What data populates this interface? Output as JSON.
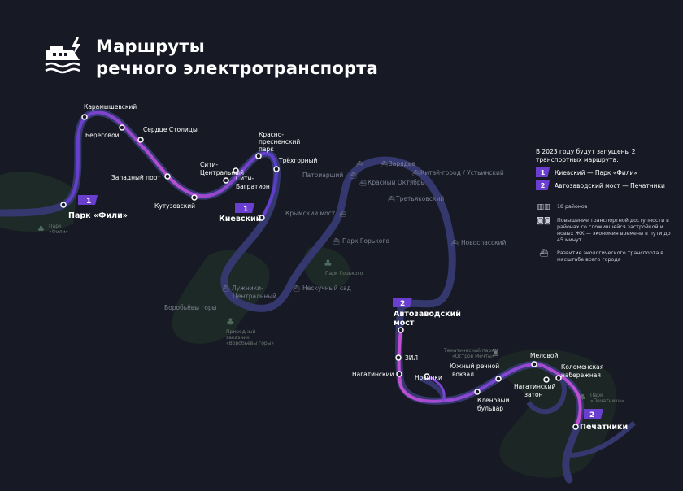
{
  "title": {
    "line1": "Маршруты",
    "line2": "речного электротранспорта"
  },
  "legend": {
    "header": "В 2023 году будут запущены 2 транспортных маршрута:",
    "routes": [
      {
        "num": "1",
        "label": "Киевский — Парк «Фили»"
      },
      {
        "num": "2",
        "label": "Автозаводский мост — Печатники"
      }
    ],
    "features": [
      {
        "icon": "buildings-icon",
        "text": "18 районов"
      },
      {
        "icon": "transport-icon",
        "text": "Повышение транспортной доступности в районах со сложившейся застройкой и новых ЖК — экономия времени в пути до 45 минут"
      },
      {
        "icon": "eco-boat-icon",
        "text": "Развитие экологического транспорта в масштабе всего города"
      }
    ]
  },
  "route1": {
    "badge_start": "1",
    "badge_end": "1",
    "stations": [
      "Парк «Фили»",
      "Карамышевский",
      "Береговой",
      "Сердце Столицы",
      "Западный порт",
      "Кутузовский",
      "Сити-Центральный",
      "Сити-Багратион",
      "Краснопресненский парк",
      "Трёхгорный",
      "Киевский"
    ]
  },
  "route2": {
    "badge_start": "2",
    "badge_end": "2",
    "stations": [
      "Автозаводский мост",
      "ЗИЛ",
      "Нагатинский",
      "Новинки",
      "Южный речной вокзал",
      "Кленовый бульвар",
      "Нагатинский затон",
      "Меловой",
      "Коломенская набережная",
      "Печатники"
    ]
  },
  "other_piers": [
    "Патриарший",
    "Зарядье",
    "Китай-город / Устьинский",
    "Красный Октябрь",
    "Третьяковский",
    "Крымский мост",
    "Парк Горького",
    "Новоспасский",
    "Нескучный сад",
    "Лужники-Центральный",
    "Воробьёвы горы"
  ],
  "parks": [
    "Парк «Фили»",
    "Парк Горького",
    "Природный заказник «Воробьёвы горы»",
    "Тематический парк «Остров Мечты»",
    "Парк «Печатники»"
  ],
  "colors": {
    "background": "#171a24",
    "river": "#34386e",
    "accent": "#6a3fd0",
    "route": "#c04fd0",
    "green": "#1f2a27"
  }
}
